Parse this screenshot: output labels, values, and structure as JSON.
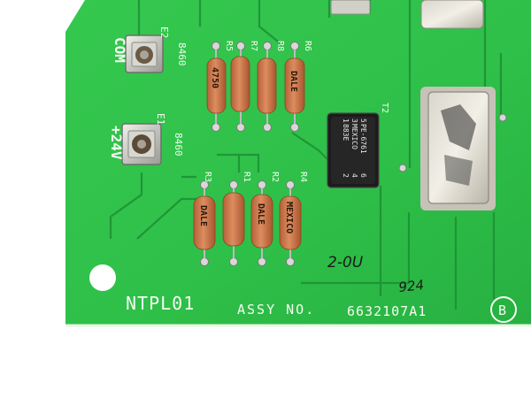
{
  "board": {
    "board_id": "NTPL01",
    "assembly_label": "ASSY NO.",
    "assembly_number": "6632107A1",
    "revision": "B"
  },
  "terminals": [
    {
      "designator": "E2",
      "part": "8460",
      "label": "COM"
    },
    {
      "designator": "E1",
      "part": "8460",
      "label": "+24V"
    }
  ],
  "resistors_top": [
    {
      "designator": "R5",
      "marking": "4750"
    },
    {
      "designator": "R7",
      "marking": ""
    },
    {
      "designator": "R8",
      "marking": ""
    },
    {
      "designator": "R6",
      "marking": "DALE"
    }
  ],
  "resistors_bottom": [
    {
      "designator": "R3",
      "marking": "DALE"
    },
    {
      "designator": "R1",
      "marking": ""
    },
    {
      "designator": "R2",
      "marking": "DALE"
    },
    {
      "designator": "R4",
      "marking": "MEXICO"
    }
  ],
  "relay": {
    "designator": "T2",
    "lines": [
      "PE-6761",
      "MEXICO",
      "883E"
    ],
    "pins": [
      "5",
      "3",
      "1",
      "6",
      "4",
      "2"
    ]
  },
  "handwritten": {
    "note_1": "2-0U",
    "note_2": "924"
  },
  "colors": {
    "pcb_green": "#2ec24a",
    "resistor_body": "#c8774a",
    "silkscreen": "#f4fbf1"
  }
}
